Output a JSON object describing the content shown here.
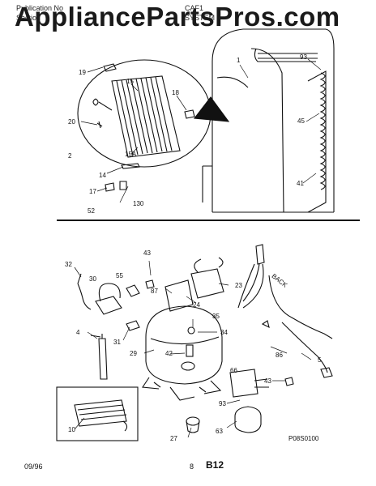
{
  "header": {
    "pub_label": "Publication No",
    "section_label": "Section",
    "model": "CAF1",
    "system": "SYSTEM"
  },
  "watermark": "AppliancePartsPros.com",
  "top_labels": {
    "l1": "1",
    "l93": "93",
    "l19": "19",
    "l15": "15",
    "l18": "18",
    "l20": "20",
    "l45": "45",
    "l15a": "15A",
    "l2": "2",
    "l14": "14",
    "l41": "41",
    "l17": "17",
    "l130": "130",
    "l52": "52"
  },
  "bottom_labels": {
    "l43a": "43",
    "l32": "32",
    "l55": "55",
    "l87": "87",
    "l23": "23",
    "l30": "30",
    "l24": "24",
    "back": "BACK",
    "l35": "35",
    "l4": "4",
    "l34": "34",
    "l31": "31",
    "l29": "29",
    "l42": "42",
    "l86": "86",
    "l5": "5",
    "l66": "66",
    "l43b": "43",
    "l10": "10",
    "l93b": "93",
    "l27": "27",
    "l63": "63",
    "ref": "P08S0100"
  },
  "footer": {
    "date": "09/96",
    "page": "8",
    "code": "B12"
  }
}
